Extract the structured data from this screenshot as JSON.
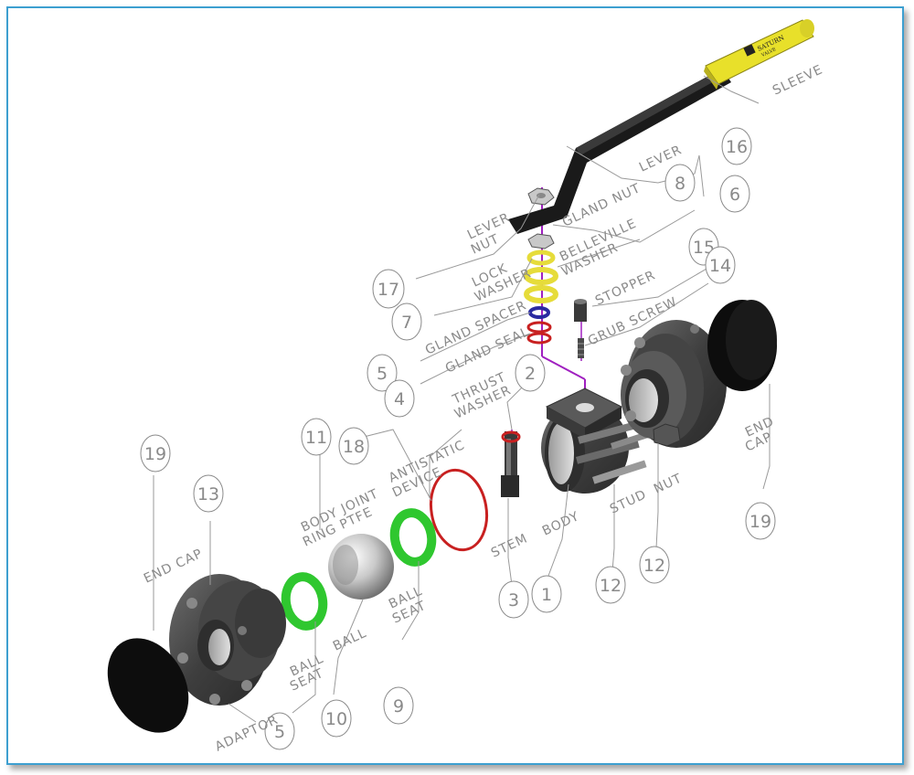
{
  "brand": {
    "logo_line1": "SATURN",
    "logo_line2": "VALVE"
  },
  "labels": {
    "sleeve": "SLEEVE",
    "lever": "LEVER",
    "gland_nut": "GLAND NUT",
    "belleville_1": "BELLEVILLE",
    "belleville_2": "WASHER",
    "lever_nut_1": "LEVER",
    "lever_nut_2": "NUT",
    "lock_washer_1": "LOCK",
    "lock_washer_2": "WASHER",
    "stopper": "STOPPER",
    "grub_screw": "GRUB SCREW",
    "gland_spacer": "GLAND SPACER",
    "gland_seal": "GLAND SEAL",
    "thrust_washer_1": "THRUST",
    "thrust_washer_2": "WASHER",
    "antistatic_1": "ANTISTATIC",
    "antistatic_2": "DEVICE",
    "body_joint_1": "BODY JOINT",
    "body_joint_2": "RING PTFE",
    "end_cap_right_1": "END",
    "end_cap_right_2": "CAP",
    "end_cap_left": "END CAP",
    "stem": "STEM",
    "body": "BODY",
    "stud": "STUD",
    "nut": "NUT",
    "ball_seat_right_1": "BALL",
    "ball_seat_right_2": "SEAT",
    "ball_seat_left_1": "BALL",
    "ball_seat_left_2": "SEAT",
    "ball": "BALL",
    "adaptor": "ADAPTOR"
  },
  "numbers": {
    "n16": "16",
    "n8": "8",
    "n6": "6",
    "n15": "15",
    "n14": "14",
    "n17": "17",
    "n7": "7",
    "n5": "5",
    "n4": "4",
    "n2": "2",
    "n11": "11",
    "n18": "18",
    "n19_left": "19",
    "n13": "13",
    "n19_right": "19",
    "n3": "3",
    "n1": "1",
    "n12_a": "12",
    "n12_b": "12",
    "n5_bottom": "5",
    "n10": "10",
    "n9": "9"
  },
  "colors": {
    "frame": "#3d9fd0",
    "sleeve": "#e8e02a",
    "lever": "#1a1a1a",
    "belleville": "#e6dc3a",
    "gland_seal": "#c82020",
    "gland_spacer": "#2a2aa0",
    "ball_seat": "#2fc72f",
    "body_joint_ring": "#c82020",
    "axis_line": "#a020c0",
    "metal": "#505050",
    "ball": "#c8c8c8"
  }
}
